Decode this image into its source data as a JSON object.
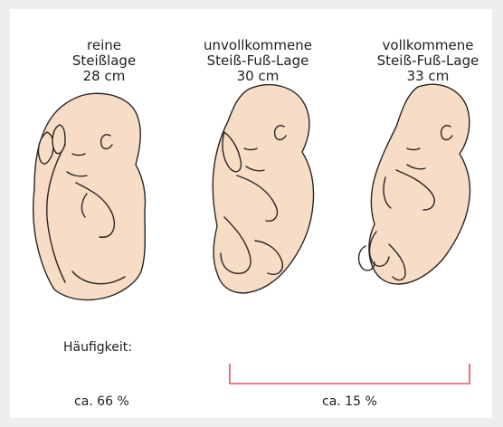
{
  "positions": [
    {
      "line1": "reine",
      "line2": "Steißlage",
      "line3": "28 cm"
    },
    {
      "line1": "unvollkommene",
      "line2": "Steiß-Fuß-Lage",
      "line3": "30 cm"
    },
    {
      "line1": "vollkommene",
      "line2": "Steiß-Fuß-Lage",
      "line3": "33 cm"
    }
  ],
  "frequency": {
    "label": "Häufigkeit:",
    "value_first": "ca. 66 %",
    "value_combined": "ca. 15 %"
  },
  "colors": {
    "skin": "#f7dcc6",
    "outline": "#2a2624",
    "bracket": "#e0525e",
    "frame": "#eeeeec"
  }
}
